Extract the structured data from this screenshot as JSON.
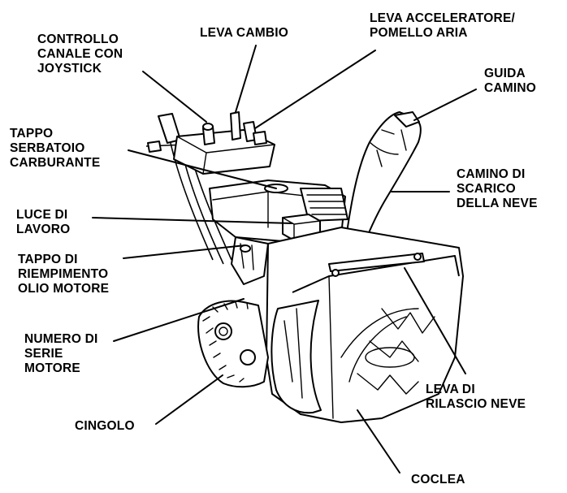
{
  "labels": {
    "joystick": [
      "CONTROLLO",
      "CANALE CON",
      "JOYSTICK"
    ],
    "gear_lever": [
      "LEVA CAMBIO"
    ],
    "throttle_choke": [
      "LEVA ACCELERATORE/",
      "POMELLO ARIA"
    ],
    "chute_guide": [
      "GUIDA",
      "CAMINO"
    ],
    "fuel_cap": [
      "TAPPO",
      "SERBATOIO",
      "CARBURANTE"
    ],
    "discharge_chute": [
      "CAMINO DI",
      "SCARICO",
      "DELLA NEVE"
    ],
    "work_light": [
      "LUCE DI",
      "LAVORO"
    ],
    "oil_cap": [
      "TAPPO DI",
      "RIEMPIMENTO",
      "OLIO MOTORE"
    ],
    "engine_serial": [
      "NUMERO DI",
      "SERIE",
      "MOTORE"
    ],
    "release_lever": [
      "LEVA DI",
      "RILASCIO NEVE"
    ],
    "track": [
      "CINGOLO"
    ],
    "auger": [
      "COCLEA"
    ]
  }
}
